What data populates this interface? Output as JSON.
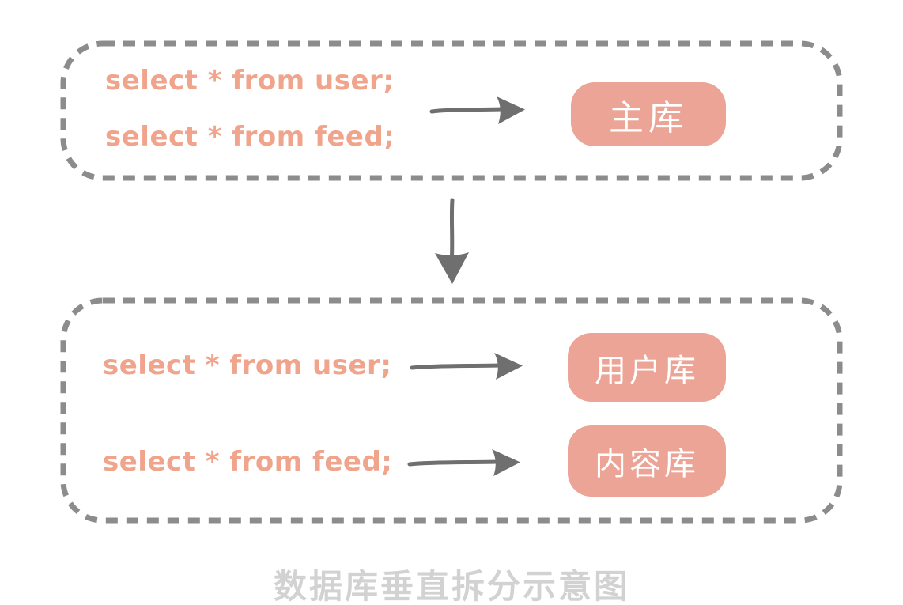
{
  "caption": "数据库垂直拆分示意图",
  "colors": {
    "sql_text": "#f0a48c",
    "badge_fill": "#eba495",
    "badge_text": "#ffffff",
    "dashed_border": "#8c8c8c",
    "arrow": "#6f6f6f",
    "caption_text": "#d2d2d2",
    "background": "#ffffff"
  },
  "icons": {
    "right_arrow": "hand-drawn-right-arrow",
    "down_arrow": "hand-drawn-down-arrow"
  },
  "top_group": {
    "queries": [
      "select * from user;",
      "select * from feed;"
    ],
    "target": "主库"
  },
  "bottom_group": {
    "rows": [
      {
        "query": "select * from user;",
        "target": "用户库"
      },
      {
        "query": "select * from feed;",
        "target": "内容库"
      }
    ]
  }
}
